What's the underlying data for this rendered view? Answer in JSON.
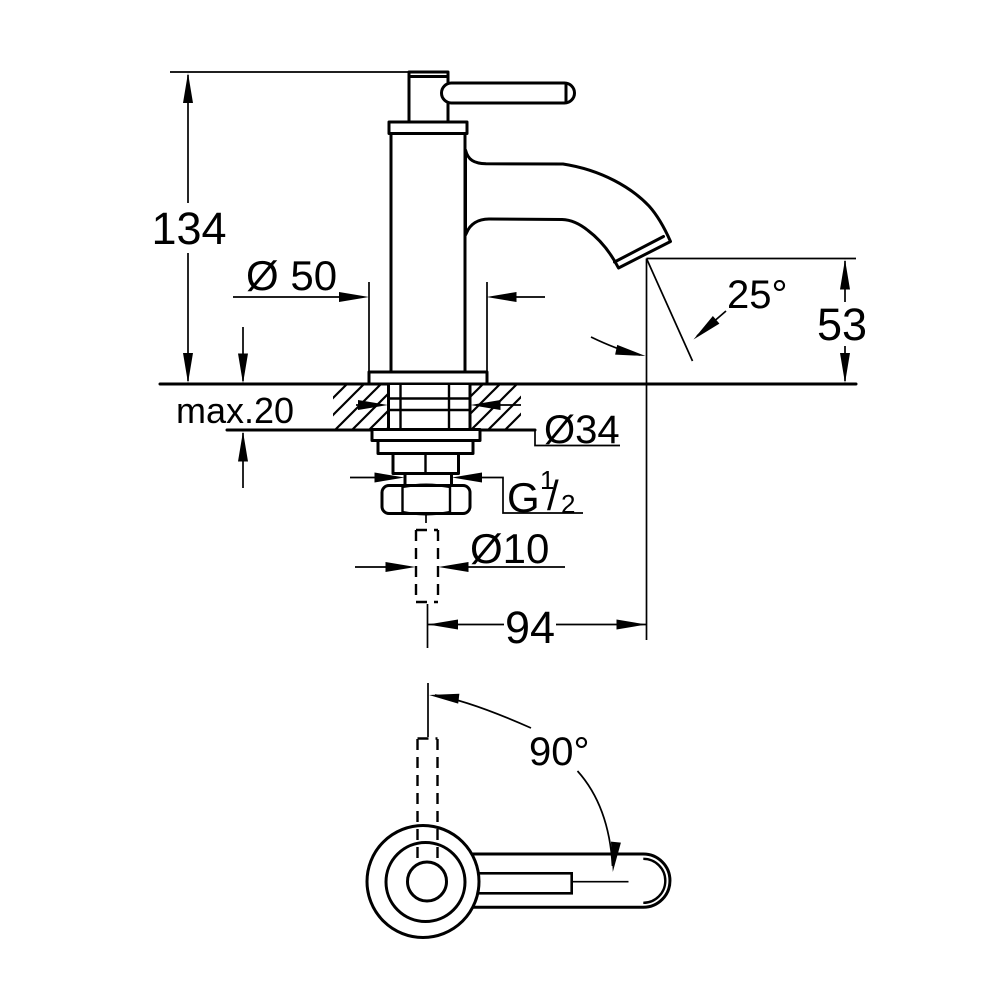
{
  "title": "Single-hole pillar tap dimensional drawing",
  "colors": {
    "line": "#000000",
    "background": "#ffffff"
  },
  "labels": {
    "total_height": "134",
    "base_diameter": "Ø 50",
    "spout_angle": "25°",
    "outlet_height": "53",
    "deck_thickness": "max.20",
    "shank_diameter": "Ø34",
    "inlet_diameter": "Ø10",
    "spout_reach": "94",
    "handle_swivel": "90°",
    "thread": {
      "g": "G",
      "sup": "1",
      "slash": "/",
      "sub": "2"
    }
  }
}
